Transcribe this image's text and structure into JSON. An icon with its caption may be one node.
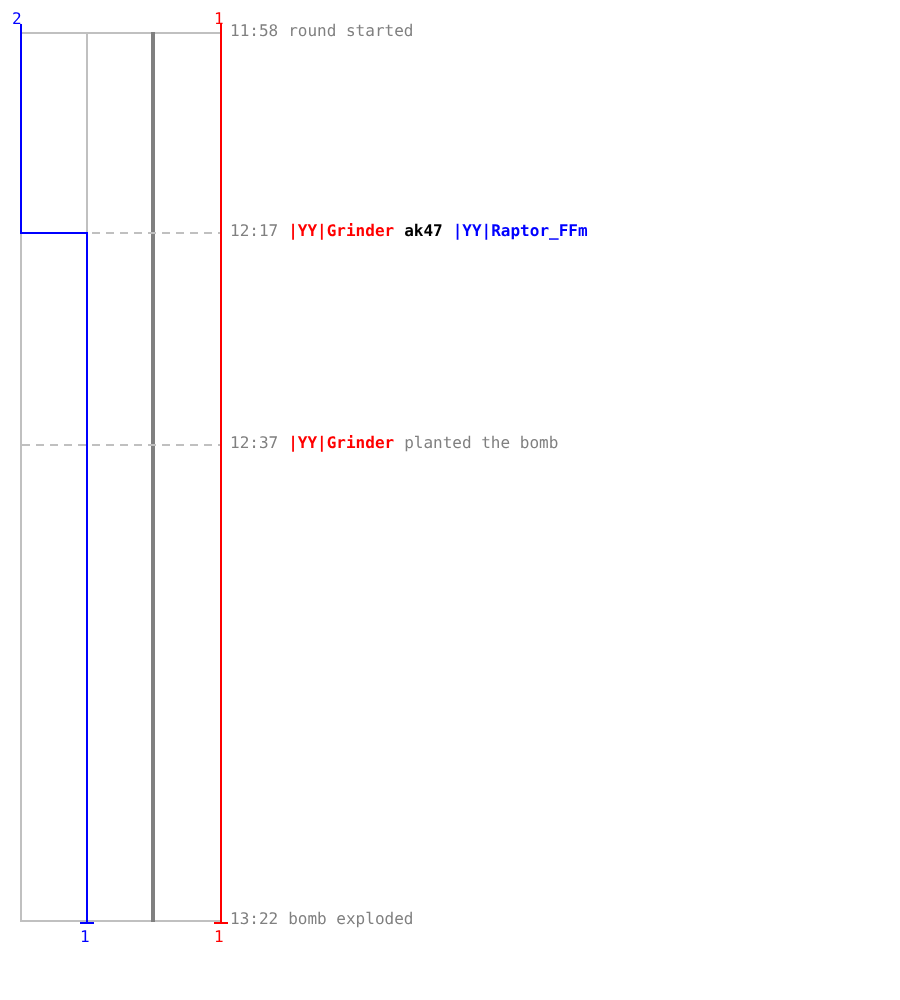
{
  "diagram": {
    "labels": [
      "2",
      "1",
      "11:58",
      "round started",
      "12:17",
      "|YY|Grinder",
      "ak47",
      "|YY|Raptor_FFm",
      "12:37",
      "|YY|Grinder",
      "planted the bomb",
      "1",
      "1",
      "13:22",
      "bomb exploded"
    ]
  }
}
